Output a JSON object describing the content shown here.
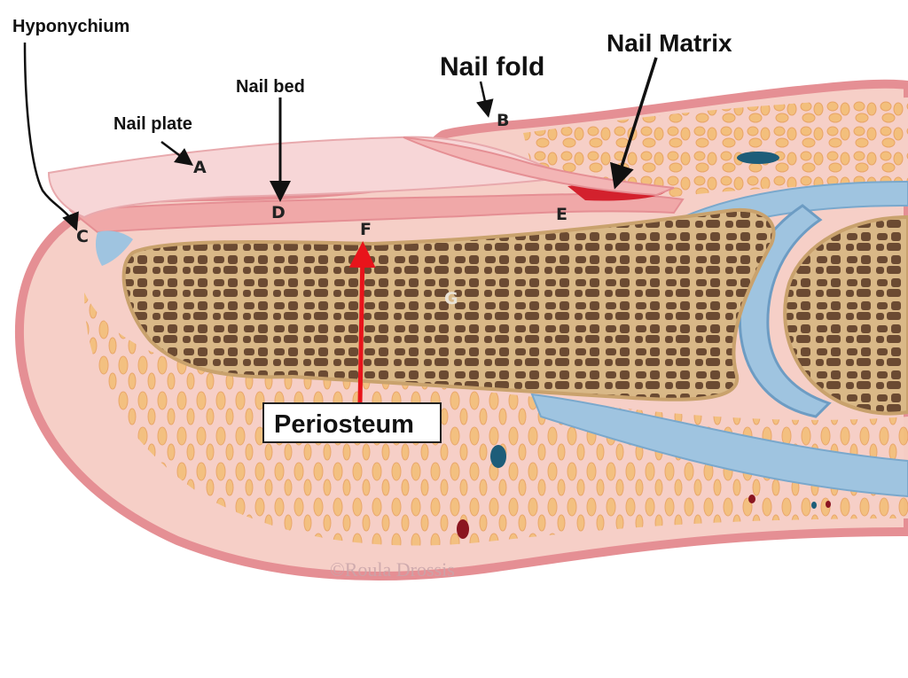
{
  "labels": {
    "hyponychium": "Hyponychium",
    "nail_plate": "Nail plate",
    "nail_bed": "Nail bed",
    "nail_fold": "Nail fold",
    "nail_matrix": "Nail Matrix",
    "periosteum": "Periosteum"
  },
  "letters": {
    "a": "A",
    "b": "B",
    "c": "C",
    "d": "D",
    "e": "E",
    "f": "F",
    "g": "G"
  },
  "credit": "©Roula Drossis",
  "colors": {
    "skin_outline": "#e58f94",
    "skin_fill": "#f6cfc7",
    "fat_lobule": "#f3bf7c",
    "bone_fill": "#d9b887",
    "bone_pore": "#6b4a32",
    "cartilage": "#9fc4e0",
    "nail_plate": "#f7d6d7",
    "matrix_red": "#d3212d",
    "arrow_black": "#111111",
    "arrow_red": "#e8141b"
  }
}
